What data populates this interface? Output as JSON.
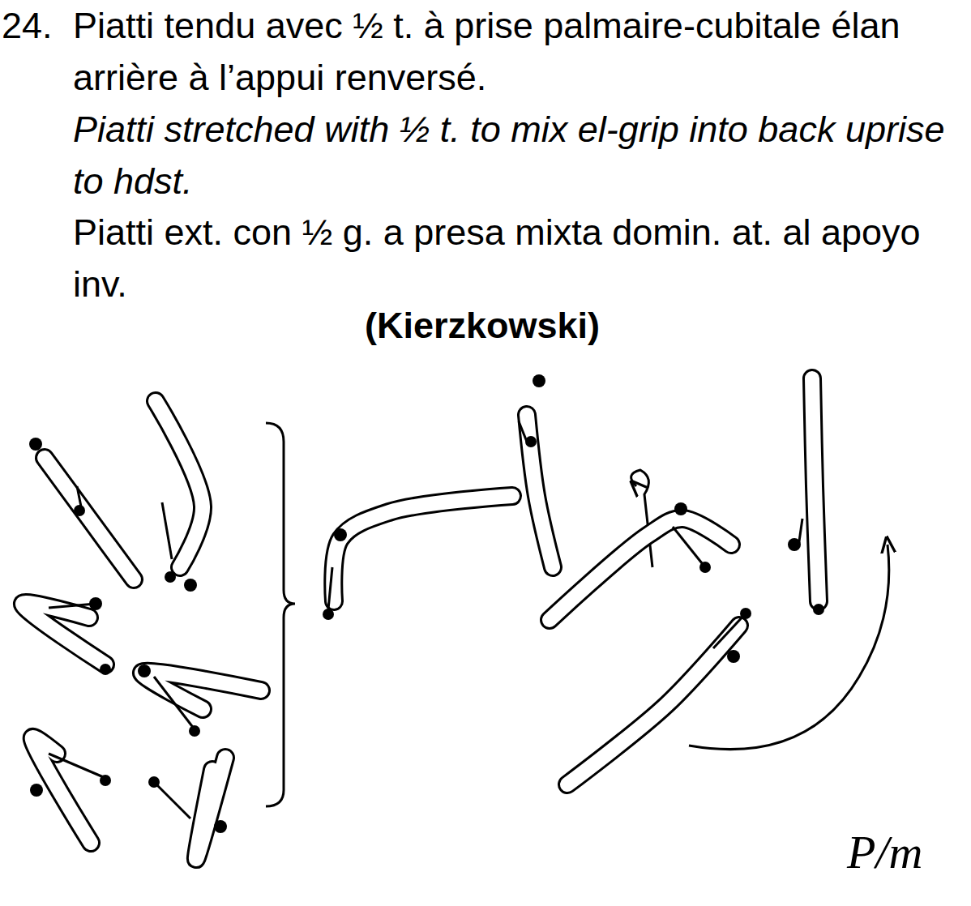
{
  "diagram": {
    "labels": [
      "24.",
      "Piatti tendu avec ½ t. à prise palmaire-cubitale élan arrière à l’appui renversé.",
      "Piatti stretched with ½ t. to mix el-grip into back uprise to hdst.",
      "Piatti ext. con ½ g. a presa mixta domin. at. al apoyo inv.",
      "(Kierzkowski)",
      "P/m"
    ]
  }
}
